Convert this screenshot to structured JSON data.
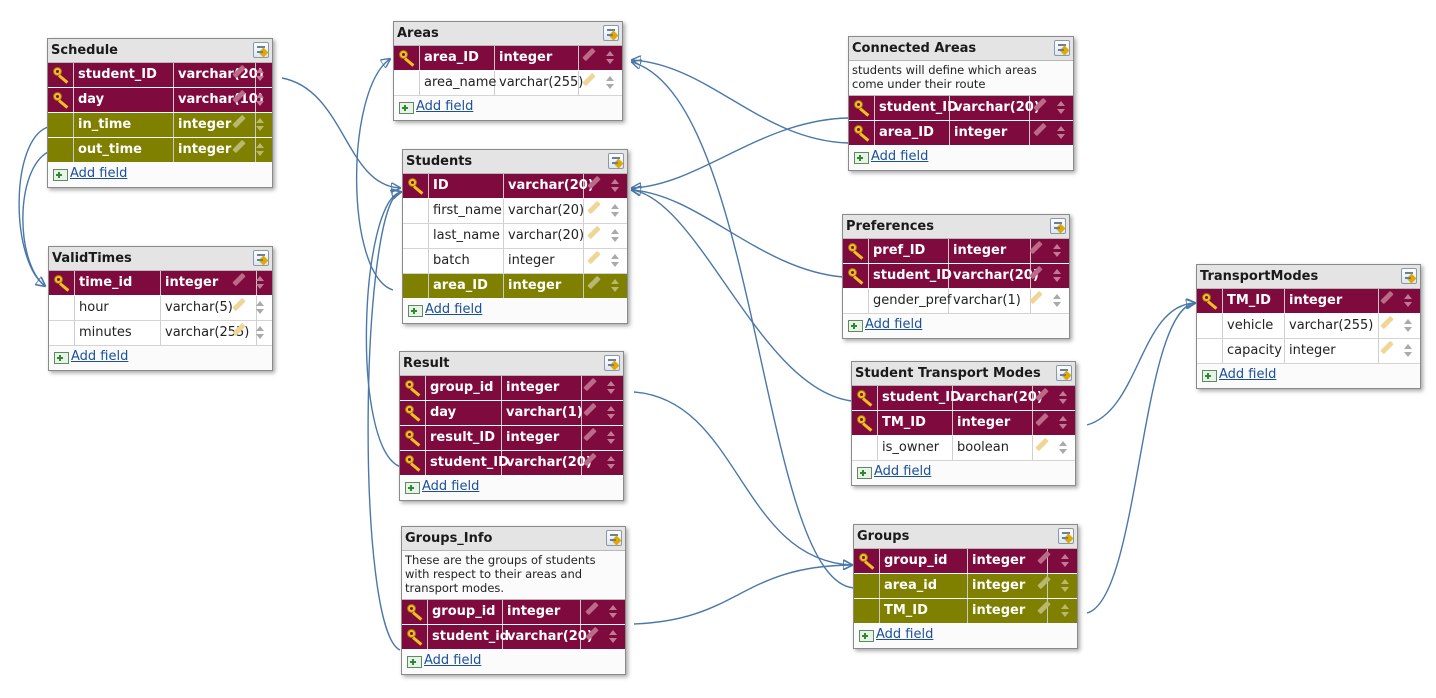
{
  "tables": [
    {
      "title": "Schedule",
      "fields": [
        {
          "name": "student_ID",
          "type": "varchar(20)",
          "kind": "pk"
        },
        {
          "name": "day",
          "type": "varchar(10)",
          "kind": "pk"
        },
        {
          "name": "in_time",
          "type": "integer",
          "kind": "fk"
        },
        {
          "name": "out_time",
          "type": "integer",
          "kind": "fk"
        }
      ],
      "add_label": "Add field"
    },
    {
      "title": "ValidTimes",
      "fields": [
        {
          "name": "time_id",
          "type": "integer",
          "kind": "pk"
        },
        {
          "name": "hour",
          "type": "varchar(5)",
          "kind": "plain"
        },
        {
          "name": "minutes",
          "type": "varchar(255)",
          "kind": "plain"
        }
      ],
      "add_label": "Add field"
    },
    {
      "title": "Areas",
      "fields": [
        {
          "name": "area_ID",
          "type": "integer",
          "kind": "pk"
        },
        {
          "name": "area_name",
          "type": "varchar(255)",
          "kind": "plain"
        }
      ],
      "add_label": "Add field"
    },
    {
      "title": "Students",
      "fields": [
        {
          "name": "ID",
          "type": "varchar(20)",
          "kind": "pk"
        },
        {
          "name": "first_name",
          "type": "varchar(20)",
          "kind": "plain"
        },
        {
          "name": "last_name",
          "type": "varchar(20)",
          "kind": "plain"
        },
        {
          "name": "batch",
          "type": "integer",
          "kind": "plain"
        },
        {
          "name": "area_ID",
          "type": "integer",
          "kind": "fk"
        }
      ],
      "add_label": "Add field"
    },
    {
      "title": "Result",
      "fields": [
        {
          "name": "group_id",
          "type": "integer",
          "kind": "pk"
        },
        {
          "name": "day",
          "type": "varchar(1)",
          "kind": "pk"
        },
        {
          "name": "result_ID",
          "type": "integer",
          "kind": "pk"
        },
        {
          "name": "student_ID",
          "type": "varchar(20)",
          "kind": "pk"
        }
      ],
      "add_label": "Add field"
    },
    {
      "title": "Groups_Info",
      "description": "These are the groups of students with respect to their areas and transport modes.",
      "fields": [
        {
          "name": "group_id",
          "type": "integer",
          "kind": "pk"
        },
        {
          "name": "student_id",
          "type": "varchar(20)",
          "kind": "pk"
        }
      ],
      "add_label": "Add field"
    },
    {
      "title": "Connected Areas",
      "description": "students will define which areas come under their route",
      "fields": [
        {
          "name": "student_ID",
          "type": "varchar(20)",
          "kind": "pk"
        },
        {
          "name": "area_ID",
          "type": "integer",
          "kind": "pk"
        }
      ],
      "add_label": "Add field"
    },
    {
      "title": "Preferences",
      "fields": [
        {
          "name": "pref_ID",
          "type": "integer",
          "kind": "pk"
        },
        {
          "name": "student_ID",
          "type": "varchar(20)",
          "kind": "pk"
        },
        {
          "name": "gender_pref",
          "type": "varchar(1)",
          "kind": "plain"
        }
      ],
      "add_label": "Add field"
    },
    {
      "title": "Student Transport Modes",
      "fields": [
        {
          "name": "student_ID",
          "type": "varchar(20)",
          "kind": "pk"
        },
        {
          "name": "TM_ID",
          "type": "integer",
          "kind": "pk"
        },
        {
          "name": "is_owner",
          "type": "boolean",
          "kind": "plain"
        }
      ],
      "add_label": "Add field"
    },
    {
      "title": "Groups",
      "fields": [
        {
          "name": "group_id",
          "type": "integer",
          "kind": "pk"
        },
        {
          "name": "area_id",
          "type": "integer",
          "kind": "fk"
        },
        {
          "name": "TM_ID",
          "type": "integer",
          "kind": "fk"
        }
      ],
      "add_label": "Add field"
    },
    {
      "title": "TransportModes",
      "fields": [
        {
          "name": "TM_ID",
          "type": "integer",
          "kind": "pk"
        },
        {
          "name": "vehicle",
          "type": "varchar(255)",
          "kind": "plain"
        },
        {
          "name": "capacity",
          "type": "integer",
          "kind": "plain"
        }
      ],
      "add_label": "Add field"
    }
  ],
  "colors": {
    "primary_key_row": "#7f0a3e",
    "foreign_key_row": "#7f7f00",
    "relation_line": "#4a78a8",
    "link": "#1a4f9a"
  },
  "icons": {
    "key": "key-icon",
    "edit": "edit-table-icon",
    "pencil": "pencil-icon",
    "move": "up-down-icon",
    "add": "add-field-icon"
  }
}
